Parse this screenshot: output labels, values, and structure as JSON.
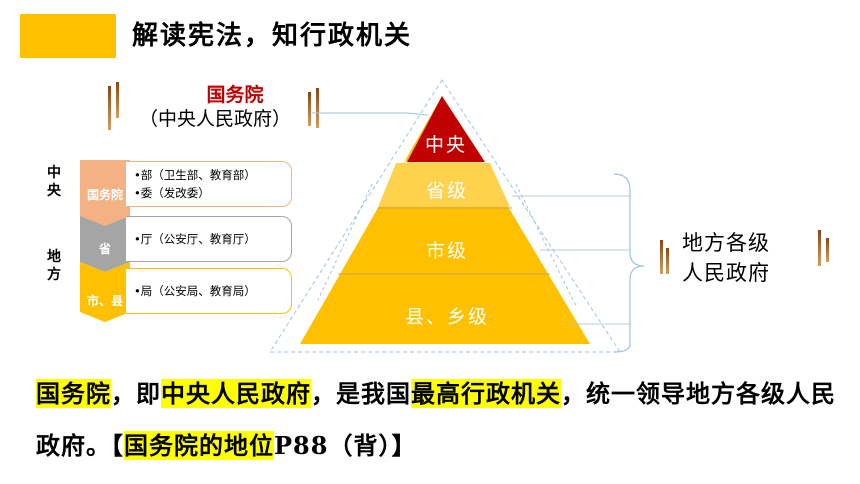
{
  "header": {
    "title": "解读宪法，知行政机关",
    "accent": "#ffc000"
  },
  "state_council": {
    "name": "国务院",
    "subtitle": "（中央人民政府）"
  },
  "side_labels": {
    "central": "中央",
    "local": "地方"
  },
  "hierarchy": [
    {
      "tag": "国务院",
      "color": "#f4b183",
      "lines": [
        "•部（卫生部、教育部）",
        "•委（发改委）"
      ]
    },
    {
      "tag": "省",
      "color": "#a5a5a5",
      "lines": [
        "•厅（公安厅、教育厅）"
      ]
    },
    {
      "tag": "市、县",
      "color": "#ffc000",
      "lines": [
        "•局（公安局、教育局）"
      ]
    }
  ],
  "pyramid": {
    "levels": [
      "中央",
      "省级",
      "市级",
      "县、乡级"
    ],
    "top_color": "#c00000",
    "body_color": "#ffc000"
  },
  "local_label": {
    "line1": "地方各级",
    "line2": "人民政府"
  },
  "paragraph": {
    "hl1": "国务院",
    "t1": "，即",
    "hl2": "中央人民政府",
    "t2": "，是我国",
    "hl3": "最高行政机关",
    "t3": "，统一领导地方各级人民政府。【",
    "hl4": "国务院的地位",
    "t4": "P88（背）】"
  }
}
